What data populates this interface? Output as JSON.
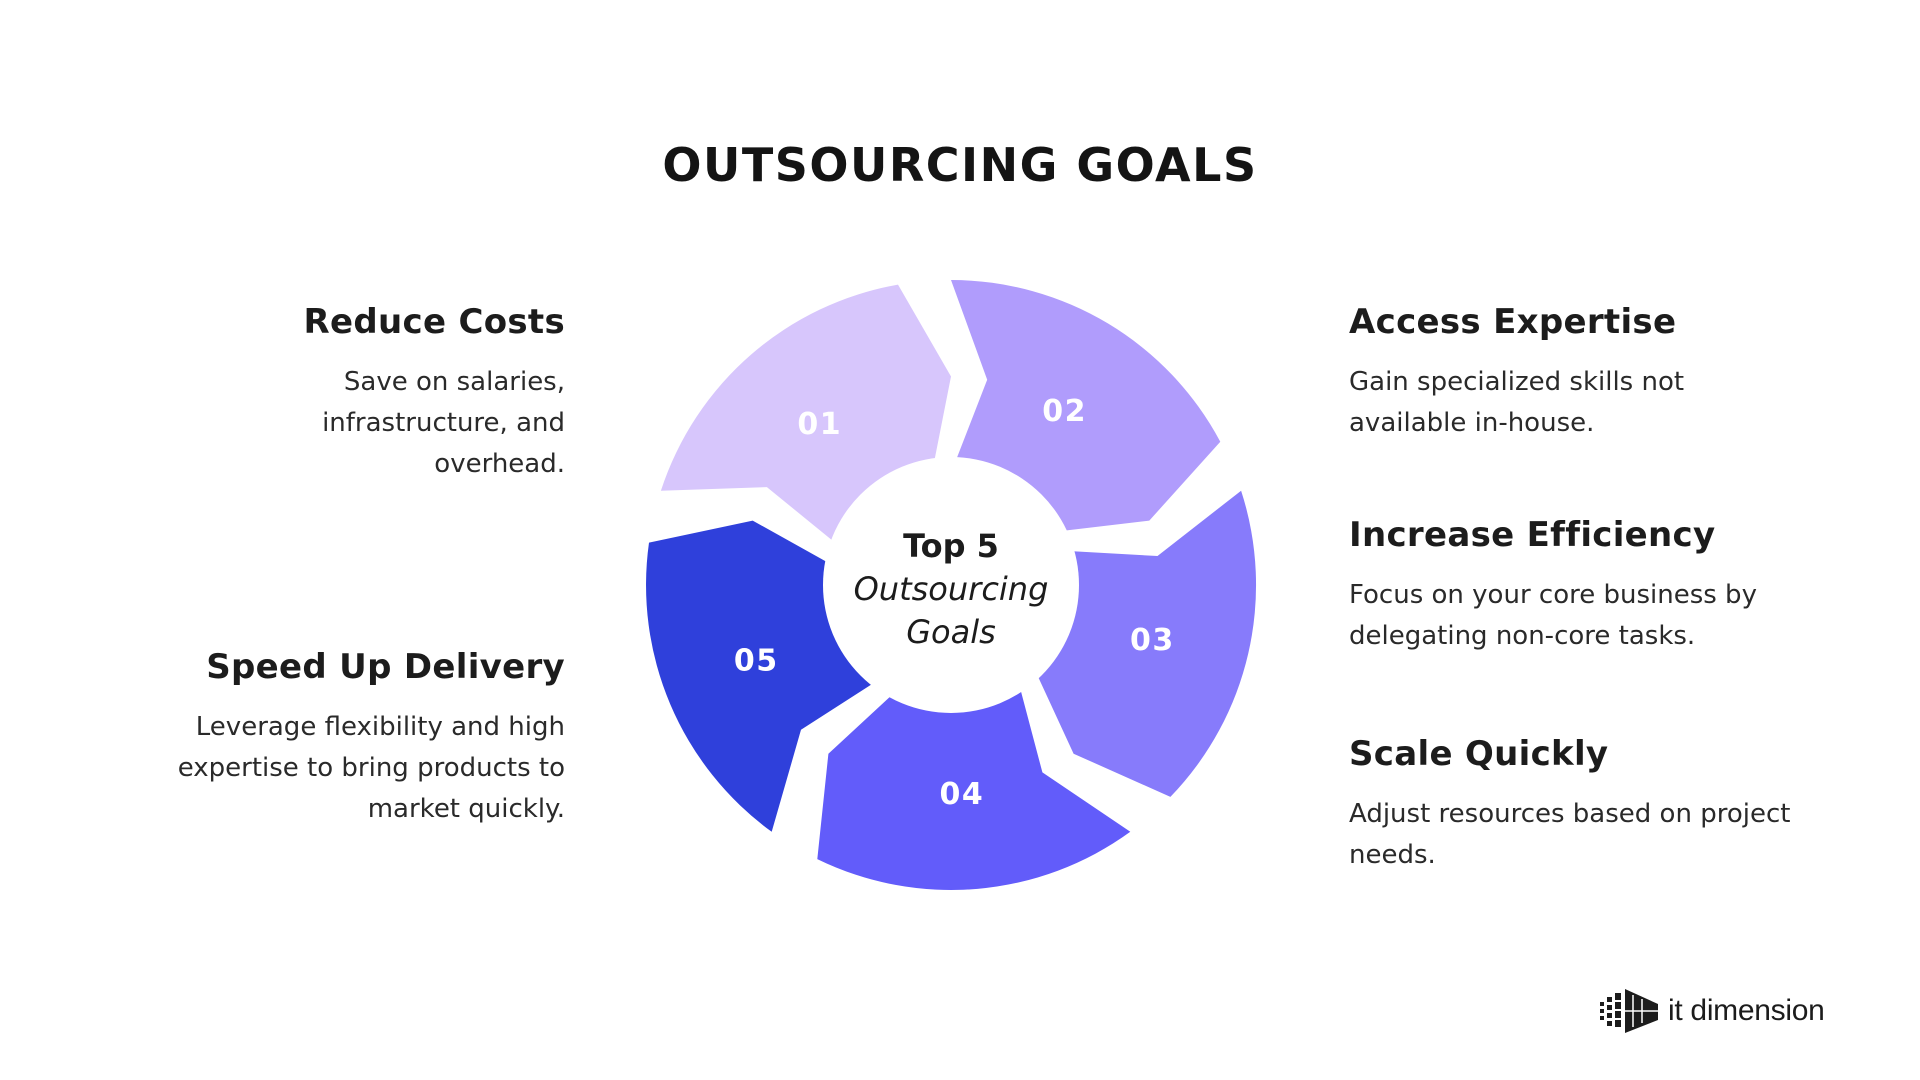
{
  "title": "OUTSOURCING GOALS",
  "center": {
    "line1": "Top 5",
    "line2": "Outsourcing",
    "line3": "Goals"
  },
  "segments": [
    {
      "number": "01",
      "color": "#d7c6fc"
    },
    {
      "number": "02",
      "color": "#b09cfc"
    },
    {
      "number": "03",
      "color": "#877bfb"
    },
    {
      "number": "04",
      "color": "#625cfa"
    },
    {
      "number": "05",
      "color": "#2f40db"
    }
  ],
  "goals": [
    {
      "title": "Reduce Costs",
      "description": "Save on salaries, infrastructure, and overhead."
    },
    {
      "title": "Access Expertise",
      "description": "Gain specialized skills not available in-house."
    },
    {
      "title": "Increase Efficiency",
      "description": "Focus on your core business by delegating non-core tasks."
    },
    {
      "title": "Scale Quickly",
      "description": "Adjust resources based on project needs."
    },
    {
      "title": "Speed Up Delivery",
      "description": "Leverage flexibility and high expertise to bring products to market quickly."
    }
  ],
  "brand": {
    "name": "it dimension",
    "logo_icon": "it-dimension-logo-icon"
  }
}
